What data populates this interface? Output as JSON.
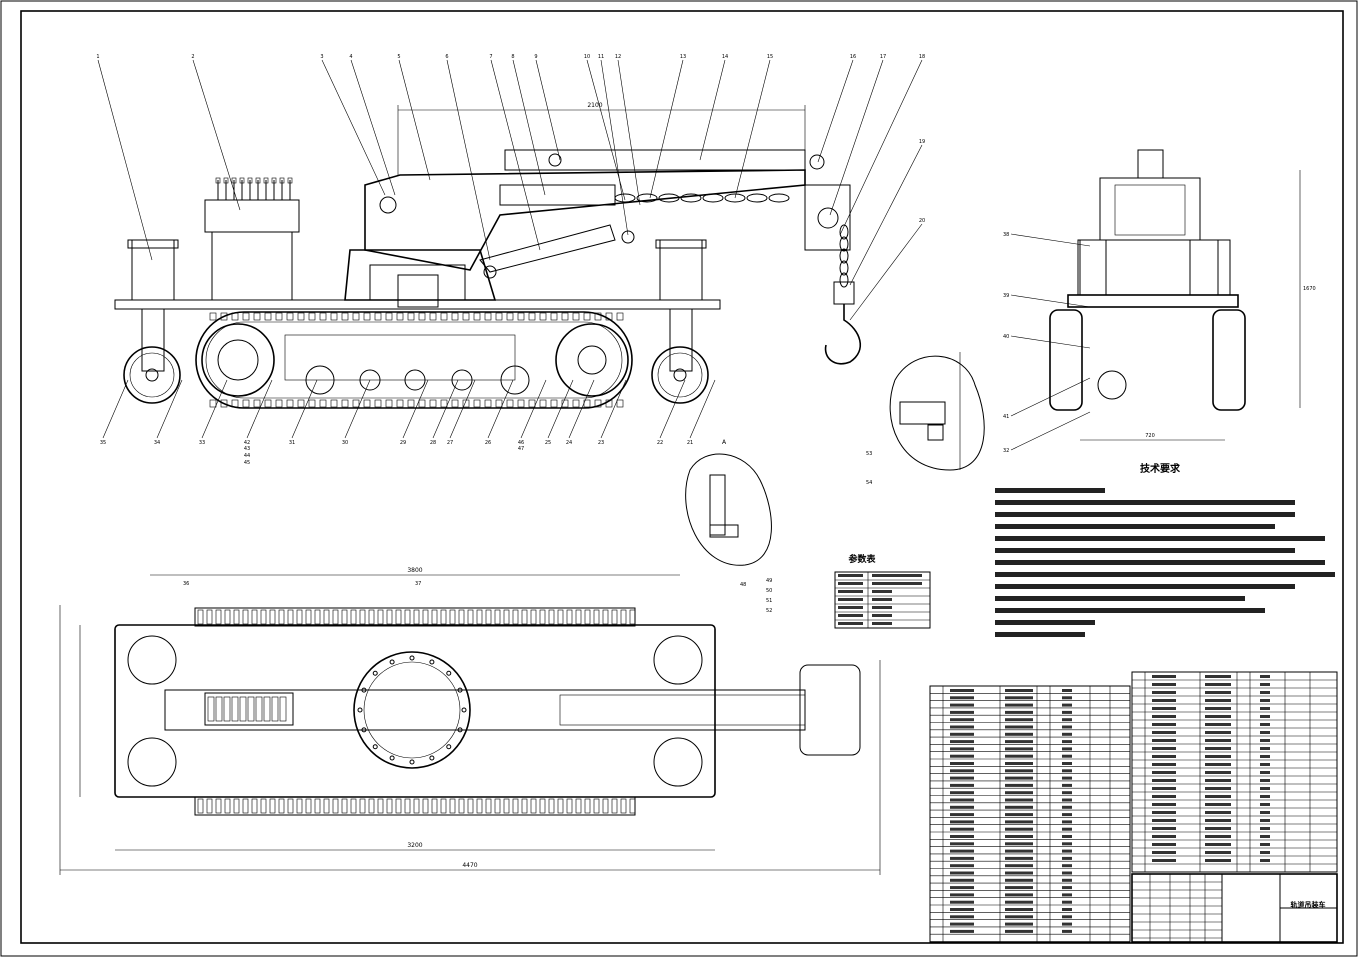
{
  "drawing": {
    "tech_title": "技术要求",
    "params_title": "参数表",
    "title_block_name": "轨道吊装车",
    "part_numbers_top": [
      "1",
      "2",
      "3",
      "4",
      "5",
      "6",
      "7",
      "8",
      "9",
      "10",
      "11",
      "12",
      "13",
      "14",
      "15",
      "16",
      "17",
      "18",
      "19",
      "20"
    ],
    "part_numbers_bottom": [
      "35",
      "34",
      "33",
      "42",
      "43",
      "44",
      "45",
      "31",
      "30",
      "29",
      "28",
      "27",
      "26",
      "46",
      "47",
      "25",
      "24",
      "23",
      "22",
      "21"
    ],
    "side_labels": [
      "38",
      "39",
      "40",
      "41",
      "32"
    ],
    "detail_labels": [
      "53",
      "54",
      "48",
      "49",
      "50",
      "51",
      "52",
      "36",
      "37"
    ],
    "dims": {
      "top_span": "2100",
      "plan_width": "3800",
      "plan_total": "4470",
      "plan_inner": "3200",
      "side_height": "1670",
      "side_width": "720"
    }
  }
}
